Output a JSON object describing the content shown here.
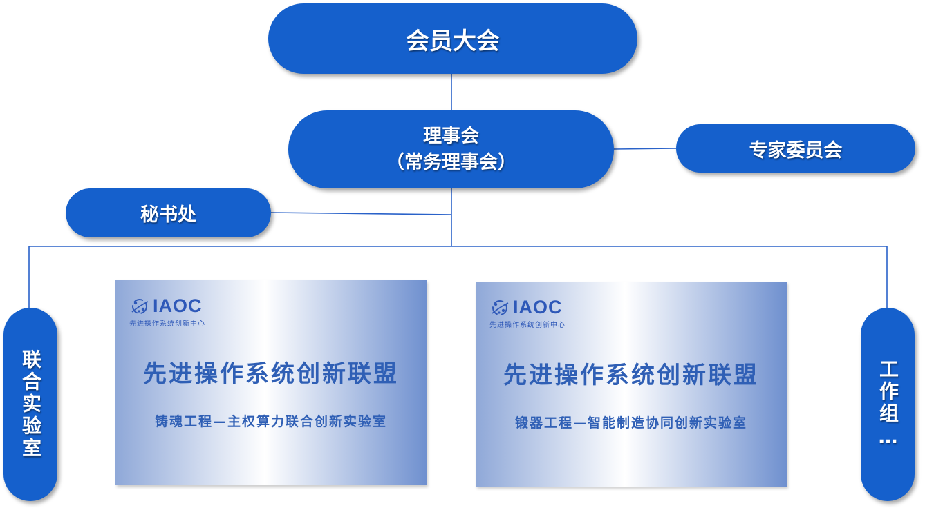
{
  "nodes": {
    "general_assembly": "会员大会",
    "board_line1": "理事会",
    "board_line2": "（常务理事会）",
    "expert_committee": "专家委员会",
    "secretariat": "秘书处",
    "joint_lab": "联合实验室",
    "working_group": "工作组…"
  },
  "plaques": [
    {
      "logo_text": "IAOC",
      "logo_subtitle": "先进操作系统创新中心",
      "title": "先进操作系统创新联盟",
      "subtitle": "铸魂工程—主权算力联合创新实验室"
    },
    {
      "logo_text": "IAOC",
      "logo_subtitle": "先进操作系统创新中心",
      "title": "先进操作系统创新联盟",
      "subtitle": "锻器工程—智能制造协同创新实验室"
    }
  ],
  "colors": {
    "node_fill": "#1560cc",
    "connector": "#2a62c9",
    "plaque_text": "#2f5fb5"
  }
}
